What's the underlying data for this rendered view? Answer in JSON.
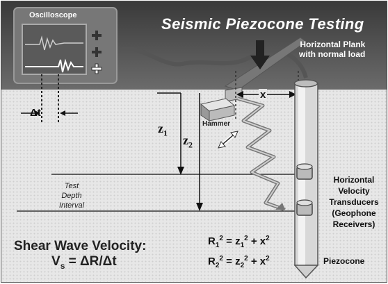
{
  "title": "Seismic Piezocone Testing",
  "oscilloscope": {
    "label": "Oscilloscope",
    "icon_buttons": [
      "plus-icon",
      "plus-icon",
      "plus-outline-icon"
    ]
  },
  "plank_label": {
    "line1": "Horizontal Plank",
    "line2": "with normal load"
  },
  "hammer_label": "Hammer",
  "distance_label": "x",
  "time_label": "Δt",
  "depth_labels": {
    "z1": "z",
    "z1_sub": "1",
    "z2": "z",
    "z2_sub": "2"
  },
  "test_depth": {
    "line1": "Test",
    "line2": "Depth",
    "line3": "Interval"
  },
  "transducers": {
    "line1": "Horizontal",
    "line2": "Velocity",
    "line3": "Transducers",
    "line4": "(Geophone",
    "line5": "Receivers)"
  },
  "equations": {
    "r1": {
      "R": "R",
      "R_sub": "1",
      "R_sup": "2",
      "eq": " = z",
      "z_sub": "1",
      "z_sup": "2",
      "plus": " + x",
      "x_sup": "2"
    },
    "r2": {
      "R": "R",
      "R_sub": "2",
      "R_sup": "2",
      "eq": " = z",
      "z_sub": "2",
      "z_sup": "2",
      "plus": " + x",
      "x_sup": "2"
    }
  },
  "shear_wave": {
    "heading": "Shear Wave Velocity:",
    "v": "V",
    "v_sub": "s",
    "formula": " = ΔR/Δt"
  },
  "piezocone_label": "Piezocone",
  "colors": {
    "sky": "#4a4a4a",
    "ground": "#e7e7e7",
    "trace": "#ffffff",
    "screen": "#5a5a5a"
  }
}
